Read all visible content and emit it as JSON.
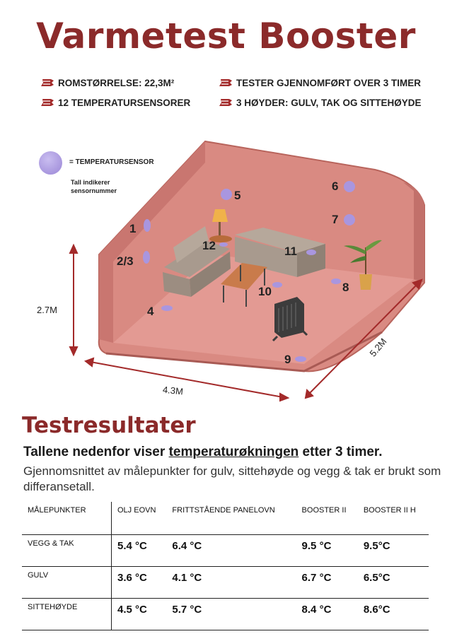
{
  "title": "Varmetest Booster",
  "facts": [
    "ROMSTØRRELSE: 22,3M²",
    "TESTER GJENNOMFØRT OVER 3 TIMER",
    "12 TEMPERATURSENSORER",
    "3 HØYDER: GULV, TAK OG SITTEHØYDE"
  ],
  "legend": {
    "label": "= TEMPERATURSENSOR",
    "note": "Tall indikerer sensornummer"
  },
  "sensors": [
    "1",
    "2/3",
    "4",
    "5",
    "6",
    "7",
    "8",
    "9",
    "10",
    "11",
    "12"
  ],
  "dimensions": {
    "height": "2.7M",
    "width": "4.3M",
    "depth": "5.2M"
  },
  "results": {
    "heading": "Testresultater",
    "lead_pre": "Tallene nedenfor viser ",
    "lead_underlined": "temperaturøkningen",
    "lead_post": " etter 3 timer.",
    "sub": "Gjennomsnittet av målepunkter for gulv, sittehøyde og vegg & tak er brukt som differansetall.",
    "columns": [
      "MÅLEPUNKTER",
      "OLJ EOVN",
      "FRITTSTÅENDE PANELOVN",
      "BOOSTER II",
      "BOOSTER II H"
    ],
    "rows": [
      {
        "label": "VEGG & TAK",
        "values": [
          "5.4 °C",
          "6.4 °C",
          "9.5 °C",
          "9.5°C"
        ]
      },
      {
        "label": "GULV",
        "values": [
          "3.6 °C",
          "4.1 °C",
          "6.7 °C",
          "6.5°C"
        ]
      },
      {
        "label": "SITTEHØYDE",
        "values": [
          "4.5 °C",
          "5.7 °C",
          "8.4 °C",
          "8.6°C"
        ]
      }
    ]
  },
  "colors": {
    "accent": "#8b2a2a",
    "room": "#d98a82",
    "blue_values": "#1e6aa3",
    "red_values": "#a32a2a",
    "sensor": "#a996df"
  }
}
